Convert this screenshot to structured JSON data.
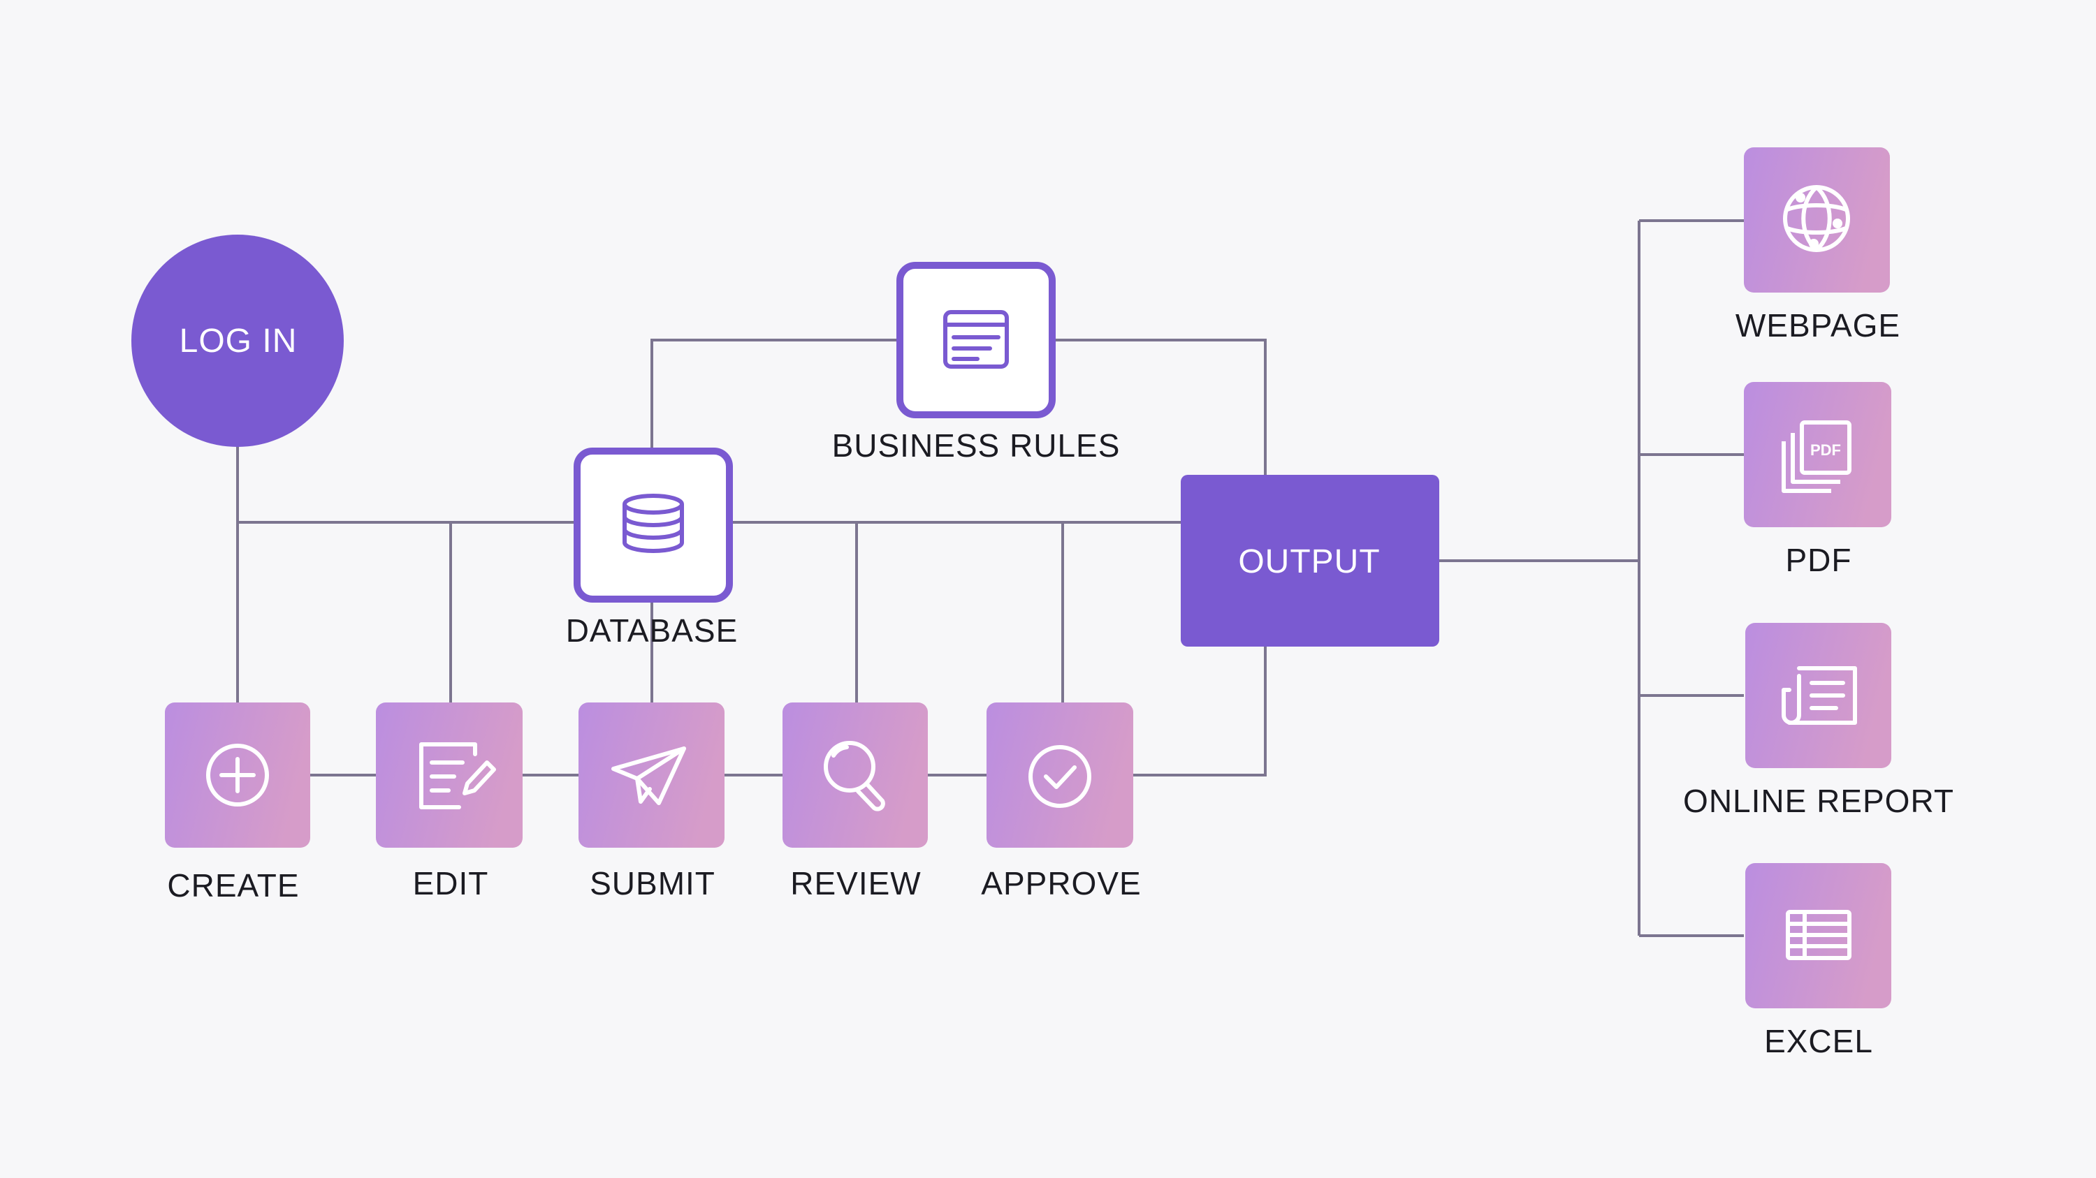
{
  "diagram": {
    "start": {
      "label": "LOG IN"
    },
    "steps": [
      {
        "id": "create",
        "label": "CREATE",
        "icon": "plus-circle-icon"
      },
      {
        "id": "edit",
        "label": "EDIT",
        "icon": "edit-document-icon"
      },
      {
        "id": "submit",
        "label": "SUBMIT",
        "icon": "paper-plane-icon"
      },
      {
        "id": "review",
        "label": "REVIEW",
        "icon": "magnifier-icon"
      },
      {
        "id": "approve",
        "label": "APPROVE",
        "icon": "check-circle-icon"
      }
    ],
    "database": {
      "label": "DATABASE",
      "icon": "database-icon"
    },
    "business_rules": {
      "label": "BUSINESS RULES",
      "icon": "window-document-icon"
    },
    "output": {
      "label": "OUTPUT"
    },
    "outputs": [
      {
        "id": "webpage",
        "label": "WEBPAGE",
        "icon": "globe-icon"
      },
      {
        "id": "pdf",
        "label": "PDF",
        "icon": "pdf-file-icon",
        "badge": "PDF"
      },
      {
        "id": "online-report",
        "label": "ONLINE REPORT",
        "icon": "newspaper-icon"
      },
      {
        "id": "excel",
        "label": "EXCEL",
        "icon": "spreadsheet-icon"
      }
    ],
    "colors": {
      "background": "#f7f7f9",
      "primary_purple": "#7a5ad1",
      "tile_gradient_start": "#bb8ee0",
      "tile_gradient_end": "#d69cc9",
      "connector": "#7c7590",
      "text": "#1b1b22"
    }
  }
}
